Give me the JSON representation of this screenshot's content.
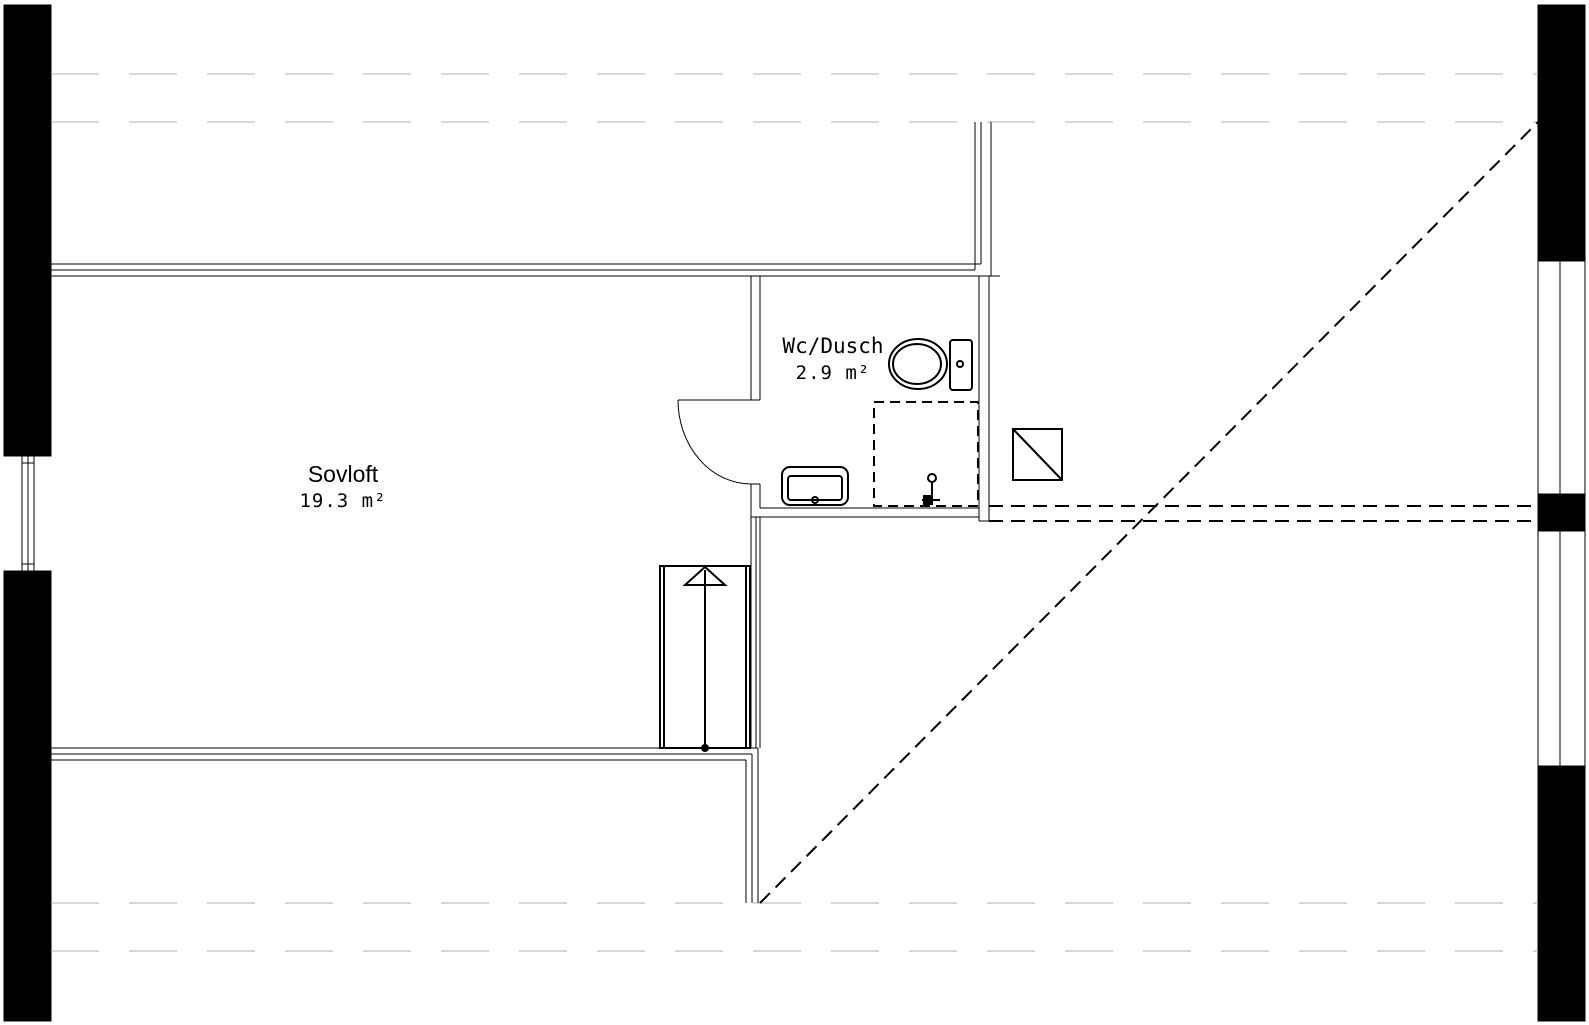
{
  "plan": {
    "rooms": [
      {
        "id": "sovloft",
        "name": "Sovloft",
        "area": "19.3 m²"
      },
      {
        "id": "wc",
        "name": "Wc/Dusch",
        "area": "2.9 m²"
      }
    ],
    "colors": {
      "wall_fill": "#000000",
      "line": "#000000",
      "guide": "#b0b0b0",
      "background": "#ffffff"
    }
  }
}
